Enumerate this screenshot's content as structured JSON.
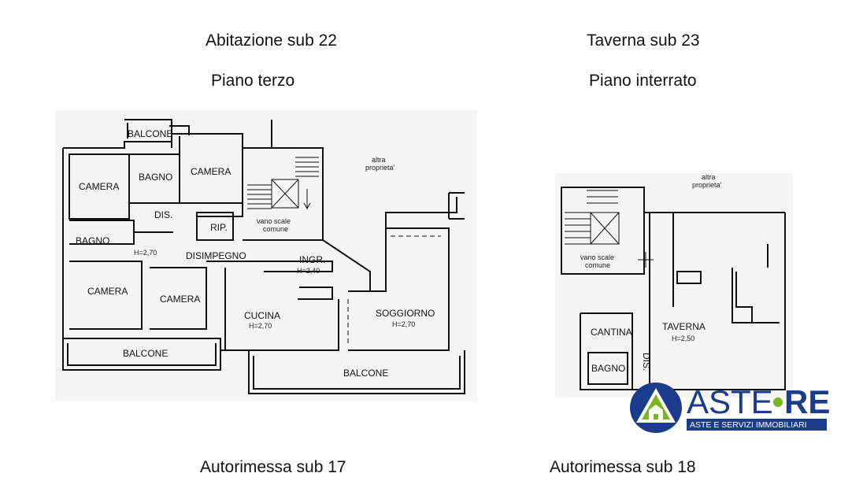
{
  "headings": {
    "abitazione": "Abitazione sub 22",
    "taverna": "Taverna sub 23",
    "piano_terzo": "Piano terzo",
    "piano_interrato": "Piano interrato",
    "autorimessa_17": "Autorimessa sub 17",
    "autorimessa_18": "Autorimessa sub 18"
  },
  "plan_left": {
    "rooms": {
      "balcone_top": "BALCONE",
      "camera_1": "CAMERA",
      "bagno_1": "BAGNO",
      "camera_2": "CAMERA",
      "dis": "DIS.",
      "rip": "RIP.",
      "bagno_2": "BAGNO",
      "h_270_a": "H=2,70",
      "disimpegno": "DISIMPEGNO",
      "ingr": "INGR.",
      "h_240": "H=2,40",
      "camera_3": "CAMERA",
      "camera_4": "CAMERA",
      "cucina": "CUCINA",
      "h_270_b": "H=2,70",
      "soggiorno": "SOGGIORNO",
      "h_270_c": "H=2,70",
      "balcone_left": "BALCONE",
      "balcone_bottom": "BALCONE"
    },
    "vano_1": "vano scale",
    "vano_2": "comune",
    "altra_1": "altra",
    "altra_2": "proprieta'"
  },
  "plan_right": {
    "rooms": {
      "taverna": "TAVERNA",
      "h_250": "H=2,50",
      "cantina": "CANTINA",
      "bagno": "BAGNO",
      "dis": "DIS."
    },
    "vano_1": "vano scale",
    "vano_2": "comune",
    "altra_1": "altra",
    "altra_2": "proprieta'"
  },
  "logo": {
    "brand_a": "ASTE",
    "brand_b": "RE",
    "tagline": "ASTE E SERVIZI IMMOBILIARI",
    "colors": {
      "blue": "#1b3c8c",
      "green": "#7ab51d",
      "white": "#ffffff"
    }
  }
}
